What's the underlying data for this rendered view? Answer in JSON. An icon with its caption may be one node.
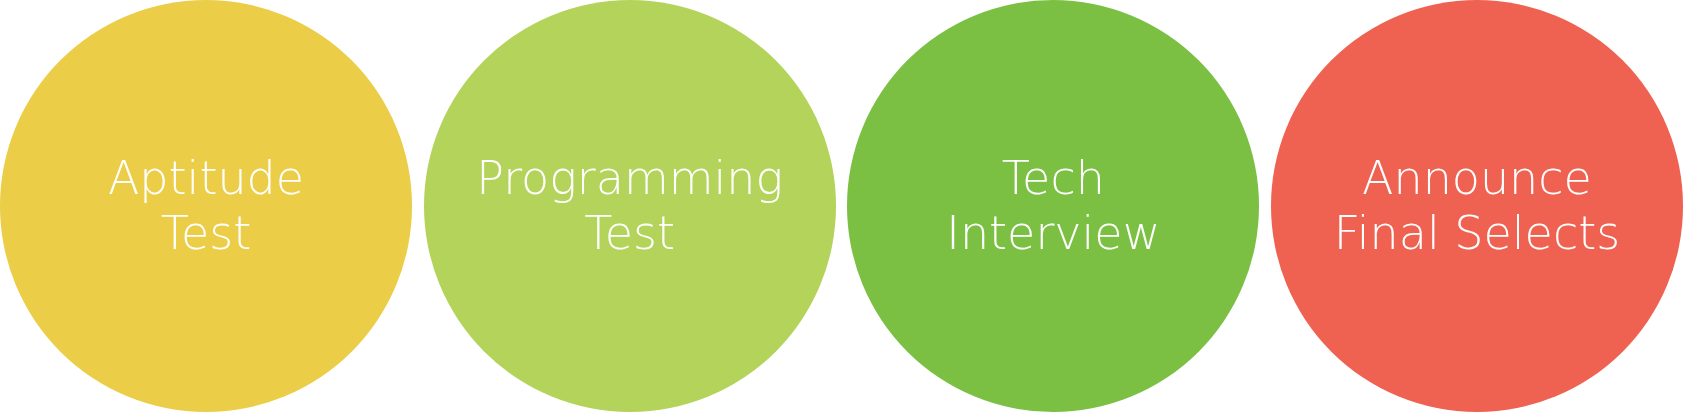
{
  "diagram": {
    "nodes": [
      {
        "text": [
          "Aptitude Test"
        ]
      },
      {
        "text": [
          "Programming Test"
        ]
      },
      {
        "text": [
          "Tech Interview"
        ]
      },
      {
        "text": [
          "Announce Final Selects"
        ]
      }
    ]
  }
}
